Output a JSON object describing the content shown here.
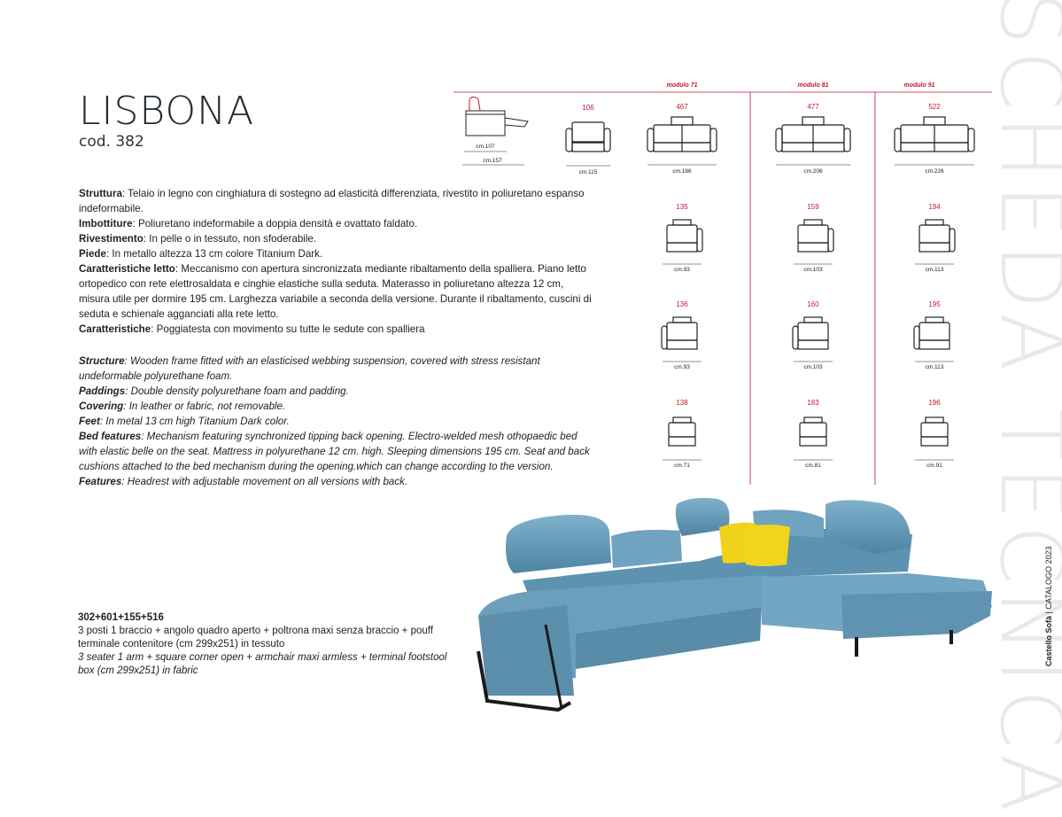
{
  "product": {
    "name": "LISBONA",
    "code": "cod. 382"
  },
  "specs_it": [
    {
      "label": "Struttura",
      "text": ": Telaio in legno con cinghiatura di sostegno ad elasticità differenziata, rivestito in poliuretano espanso indeformabile."
    },
    {
      "label": "Imbottiture",
      "text": ": Poliuretano indeformabile a doppia densità e ovattato faldato."
    },
    {
      "label": "Rivestimento",
      "text": ": In pelle o in tessuto, non sfoderabile."
    },
    {
      "label": "Piede",
      "text": ": In metallo altezza 13 cm colore Titanium Dark."
    },
    {
      "label": "Caratteristiche letto",
      "text": ": Meccanismo con apertura sincronizzata mediante ribaltamento della spalliera. Piano letto ortopedico con rete elettrosaldata e cinghie elastiche sulla seduta. Materasso in poliuretano altezza 12 cm, misura utile per dormire 195 cm. Larghezza variabile a seconda della versione. Durante il ribaltamento, cuscini di seduta e schienale agganciati alla rete letto."
    },
    {
      "label": "Caratteristiche",
      "text": ": Poggiatesta con movimento su tutte le sedute con spalliera"
    }
  ],
  "specs_en": [
    {
      "label": "Structure",
      "text": ": Wooden frame fitted with an elasticised webbing suspension, covered with stress resistant undeformable polyurethane foam."
    },
    {
      "label": "Paddings",
      "text": ": Double density polyurethane foam and padding."
    },
    {
      "label": "Covering",
      "text": ": In leather or fabric, not removable."
    },
    {
      "label": "Feet",
      "text": ": In metal 13 cm high Titanium Dark color."
    },
    {
      "label": "Bed features",
      "text": ": Mechanism featuring synchronized tipping back opening. Electro-welded mesh othopaedic bed with elastic belle on the seat. Mattress in polyurethane 12 cm. high. Sleeping dimensions 195 cm. Seat and back cushions attached to the bed mechanism during the opening.which can change according to the version."
    },
    {
      "label": "Features",
      "text": ": Headrest with adjustable movement on all versions with back."
    }
  ],
  "composition": {
    "code": "302+601+155+516",
    "it": "3 posti 1 braccio + angolo quadro aperto + poltrona maxi senza braccio + pouff terminale contenitore (cm 299x251) in tessuto",
    "en": "3 seater 1 arm + square corner open + armchair maxi armless + terminal footstool box (cm 299x251) in fabric"
  },
  "sidebar": {
    "big": "SCHEDA TECNICA",
    "brand": "Castello Sofà",
    "catalog": "CATALOGO 2023"
  },
  "modules": {
    "m71": "modulo 71",
    "m81": "modulo 81",
    "m91": "modulo 91"
  },
  "diagram": {
    "profile_w": "cm.107",
    "profile_open": "cm.157",
    "armchair_code": "106",
    "armchair_w": "cm.115",
    "row1": [
      {
        "code": "467",
        "w": "cm.186"
      },
      {
        "code": "477",
        "w": "cm.206"
      },
      {
        "code": "522",
        "w": "cm.226"
      }
    ],
    "row2": [
      {
        "code": "135",
        "w": "cm.93"
      },
      {
        "code": "159",
        "w": "cm.103"
      },
      {
        "code": "194",
        "w": "cm.113"
      }
    ],
    "row3": [
      {
        "code": "136",
        "w": "cm.93"
      },
      {
        "code": "160",
        "w": "cm.103"
      },
      {
        "code": "195",
        "w": "cm.113"
      }
    ],
    "row4": [
      {
        "code": "138",
        "w": "cm.71"
      },
      {
        "code": "183",
        "w": "cm.81"
      },
      {
        "code": "196",
        "w": "cm.91"
      }
    ]
  },
  "colors": {
    "accent_red": "#c2182c",
    "sofa_blue": "#6b9fbb",
    "cushion_yellow": "#f2d41c"
  }
}
